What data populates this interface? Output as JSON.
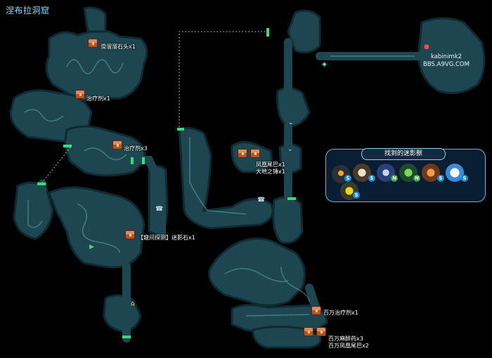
{
  "map_title": "涅布拉洞窟",
  "watermark": {
    "line1": "kabinimk2",
    "line2": "BBS.A9VG.COM"
  },
  "items": {
    "stone": "滑溜溜石头x1",
    "potion1": "治疗剂x1",
    "potion3": "治疗剂x3",
    "phoenix": "凤凰尾巴x1",
    "hammer": "大地之锤x1",
    "shadowstone": "【窥间探测】迷影石x1",
    "mega_potion": "百万治疗剂x1",
    "mega_anesthetic": "百万麻醉药x3",
    "mega_phoenix": "百万凤凰尾巴x2"
  },
  "panel": {
    "title": "找到的迷影獸",
    "element_badges": [
      "S",
      "S",
      "N",
      "N",
      "S",
      "S",
      "S"
    ]
  },
  "colors": {
    "cave": "#1e4650",
    "cave_edge": "#0e2a32",
    "path": "#5aa0a8",
    "gate": "#2ee07a",
    "title": "#7fe0ff"
  }
}
